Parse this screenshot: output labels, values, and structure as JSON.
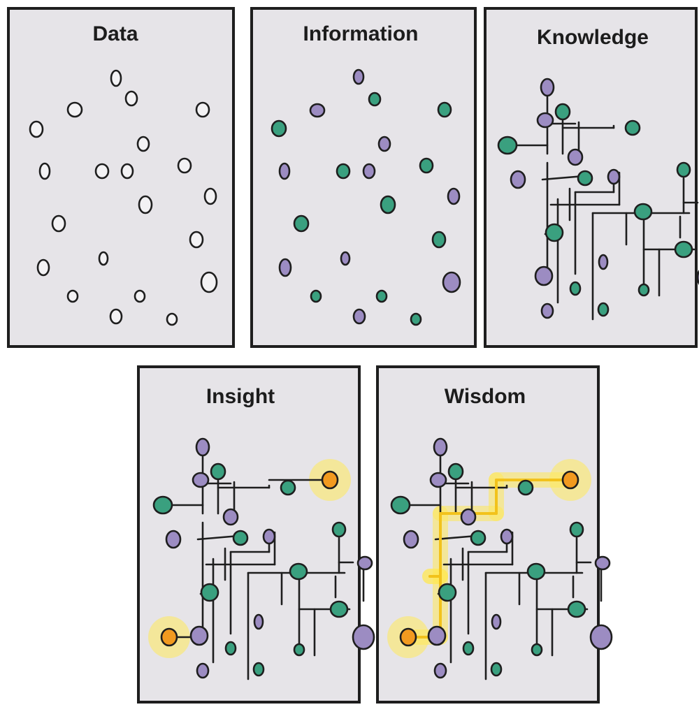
{
  "colors": {
    "panel_fill": "#e6e4e8",
    "outline": "#1e1e1e",
    "blank_dot": "#f3f2f4",
    "green_dot": "#3aa07f",
    "purple_dot": "#9c8cc2",
    "highlight": "#f2c21b",
    "highlight_glow": "#ffe95a",
    "orange_dot": "#f29a1f"
  },
  "panels": [
    {
      "id": "data",
      "title": "Data"
    },
    {
      "id": "information",
      "title": "Information"
    },
    {
      "id": "knowledge",
      "title": "Knowledge"
    },
    {
      "id": "insight",
      "title": "Insight"
    },
    {
      "id": "wisdom",
      "title": "Wisdom"
    }
  ]
}
